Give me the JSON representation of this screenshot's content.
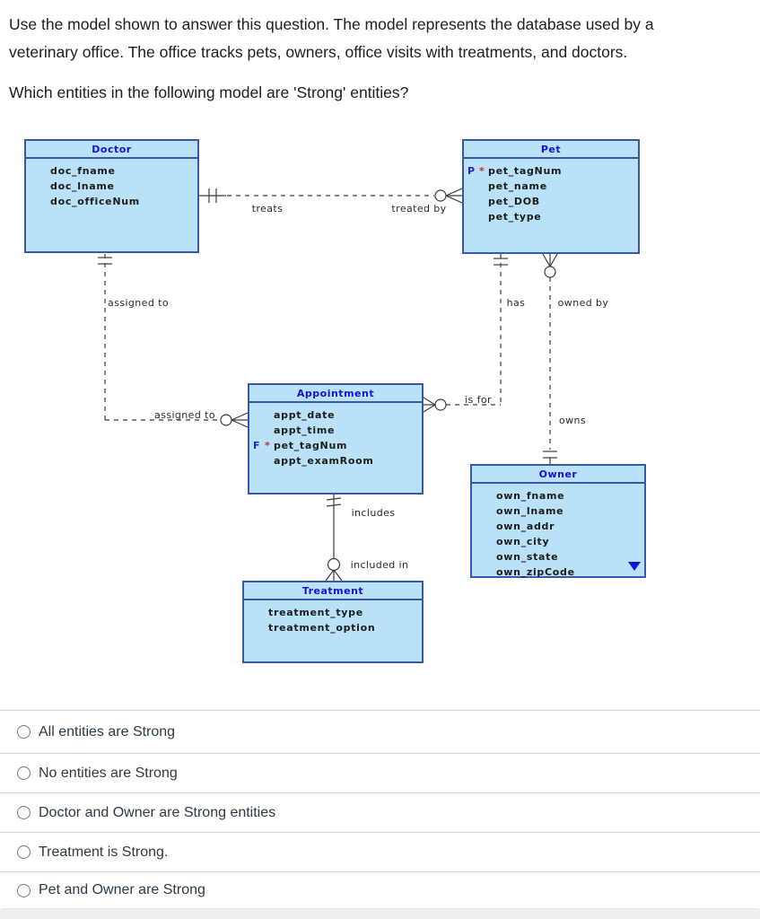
{
  "question": {
    "intro": "Use the model shown to answer this question. The model represents the database used by a veterinary office. The office tracks pets, owners, office visits with treatments, and doctors.",
    "prompt": "Which entities in the following model are 'Strong' entities?"
  },
  "diagram": {
    "entities": {
      "doctor": {
        "title": "Doctor",
        "rows": [
          {
            "t": "doc_fname"
          },
          {
            "t": "doc_lname"
          },
          {
            "t": "doc_officeNum"
          }
        ]
      },
      "pet": {
        "title": "Pet",
        "rows": [
          {
            "k": "P",
            "s": "*",
            "t": "pet_tagNum"
          },
          {
            "t": "pet_name"
          },
          {
            "t": "pet_DOB"
          },
          {
            "t": "pet_type"
          }
        ]
      },
      "appointment": {
        "title": "Appointment",
        "rows": [
          {
            "t": "appt_date"
          },
          {
            "t": "appt_time"
          },
          {
            "k": "F",
            "s": "*",
            "t": "pet_tagNum"
          },
          {
            "t": "appt_examRoom"
          }
        ]
      },
      "owner": {
        "title": "Owner",
        "rows": [
          {
            "t": "own_fname"
          },
          {
            "t": "own_lname"
          },
          {
            "t": "own_addr"
          },
          {
            "t": "own_city"
          },
          {
            "t": "own_state"
          },
          {
            "t": "own_zipCode"
          }
        ]
      },
      "treatment": {
        "title": "Treatment",
        "rows": [
          {
            "t": "treatment_type"
          },
          {
            "t": "treatment_option"
          }
        ]
      }
    },
    "labels": {
      "treats": "treats",
      "treated_by": "treated by",
      "assigned_to_1": "assigned to",
      "assigned_to_2": "assigned to",
      "has": "has",
      "owned_by": "owned by",
      "is_for": "is for",
      "owns": "owns",
      "includes": "includes",
      "included_in": "included in"
    },
    "colors": {
      "entity_fill": "#b9e1f8",
      "entity_border": "#3a57ab",
      "entity_title_text": "#1712d2",
      "key_letter": "#2424d8",
      "required_star": "#cc2a2a",
      "connector": "#3c3c3c",
      "scroll_indicator": "#1512e0"
    }
  },
  "options": [
    {
      "label": "All entities are Strong"
    },
    {
      "label": "No entities are Strong"
    },
    {
      "label": "Doctor and Owner are Strong entities"
    },
    {
      "label": "Treatment is Strong."
    },
    {
      "label": "Pet and Owner are Strong"
    }
  ]
}
